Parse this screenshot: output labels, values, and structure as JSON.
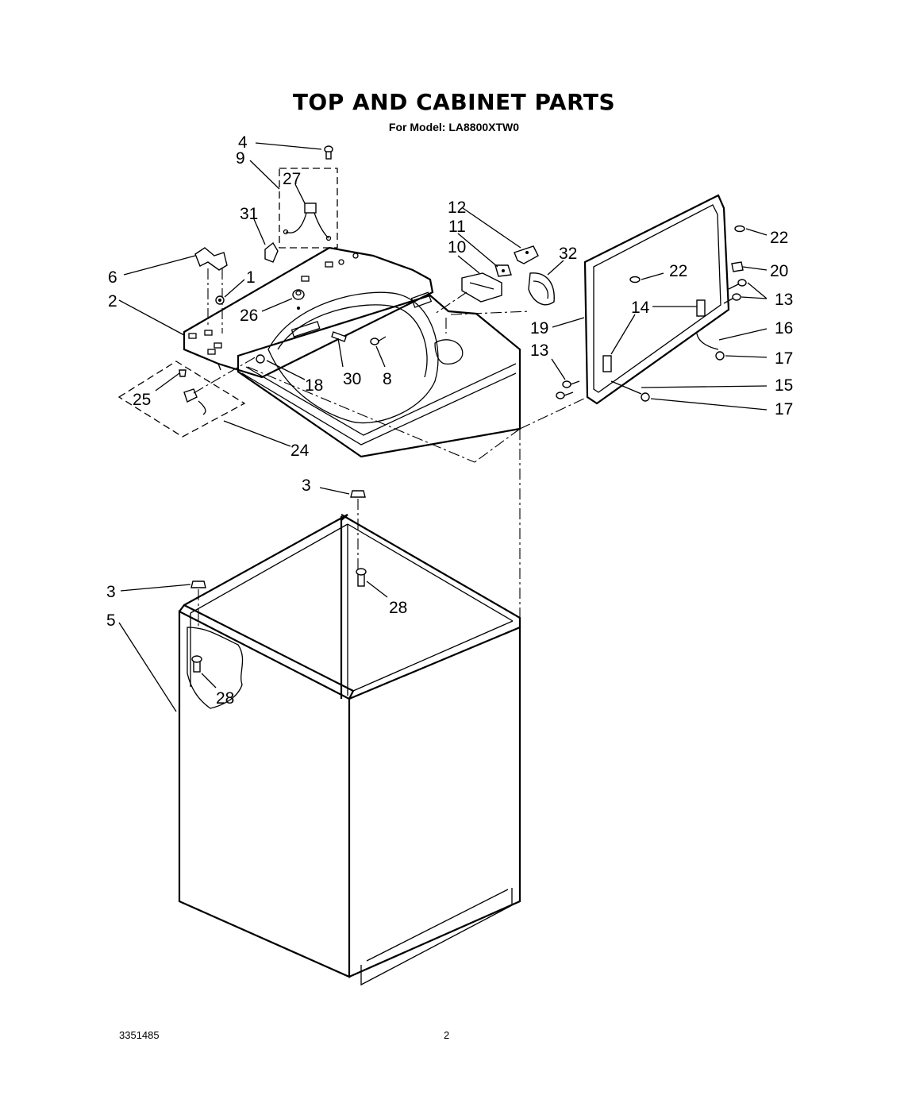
{
  "header": {
    "title": "TOP AND CABINET PARTS",
    "model": "For Model: LA8800XTW0"
  },
  "callouts": {
    "c1": "1",
    "c2": "2",
    "c3a": "3",
    "c3b": "3",
    "c4": "4",
    "c5": "5",
    "c6": "6",
    "c8": "8",
    "c9": "9",
    "c10": "10",
    "c11": "11",
    "c12": "12",
    "c13a": "13",
    "c13b": "13",
    "c14": "14",
    "c15": "15",
    "c16": "16",
    "c17a": "17",
    "c17b": "17",
    "c18": "18",
    "c19": "19",
    "c20": "20",
    "c22a": "22",
    "c22b": "22",
    "c24": "24",
    "c25": "25",
    "c26": "26",
    "c27": "27",
    "c28a": "28",
    "c28b": "28",
    "c30": "30",
    "c31": "31",
    "c32": "32"
  },
  "footer": {
    "doc_number": "3351485",
    "page_number": "2"
  }
}
